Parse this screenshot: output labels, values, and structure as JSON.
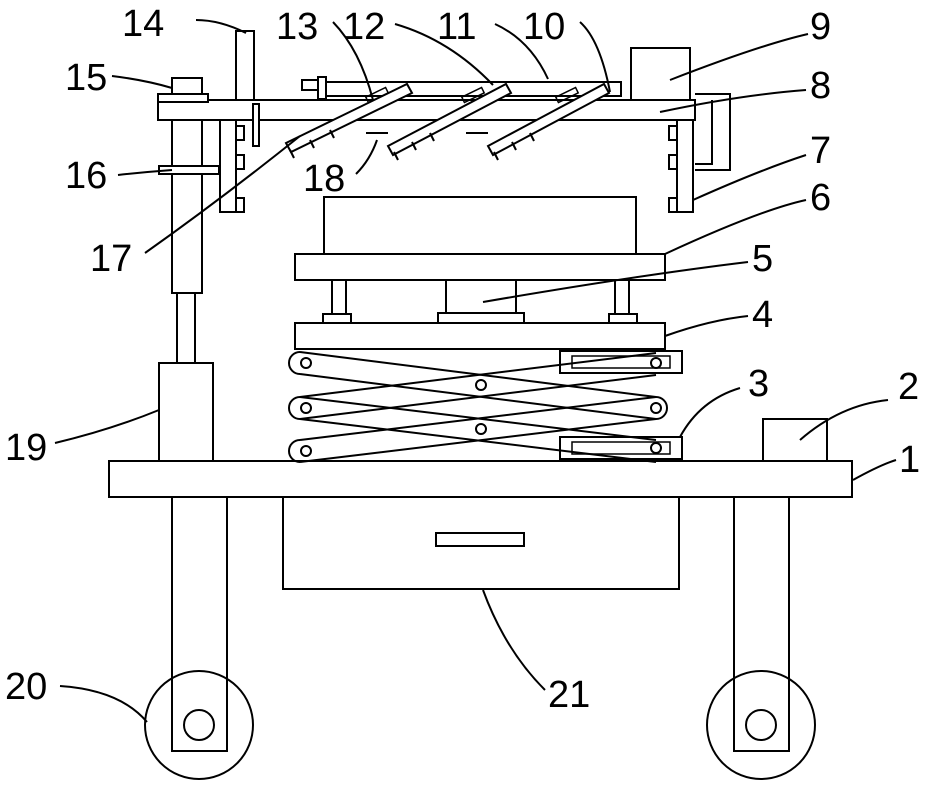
{
  "figure": {
    "labels": {
      "l1": "1",
      "l2": "2",
      "l3": "3",
      "l4": "4",
      "l5": "5",
      "l6": "6",
      "l7": "7",
      "l8": "8",
      "l9": "9",
      "l10": "10",
      "l11": "11",
      "l12": "12",
      "l13": "13",
      "l14": "14",
      "l15": "15",
      "l16": "16",
      "l17": "17",
      "l18": "18",
      "l19": "19",
      "l20": "20",
      "l21": "21"
    },
    "colors": {
      "stroke": "#000000",
      "fill": "#ffffff"
    }
  }
}
